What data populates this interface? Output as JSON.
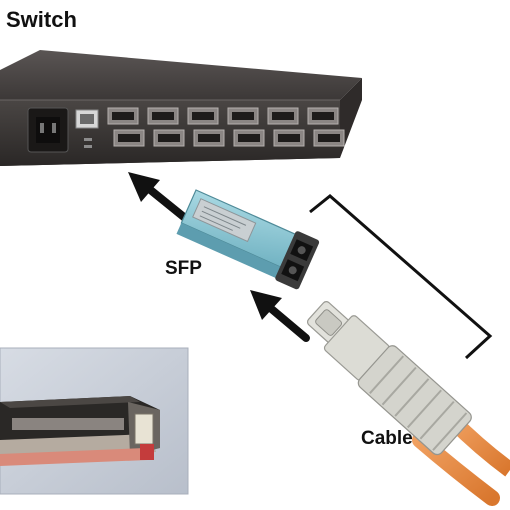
{
  "labels": {
    "switch": "Switch",
    "sfp": "SFP",
    "cable": "Cable"
  },
  "colors": {
    "background": "#ffffff",
    "switch_body": "#3a3636",
    "switch_top": "#4a4544",
    "sfp_body": "#8ec7d4",
    "sfp_metal": "#c9cfd2",
    "connector": "#d8d8d2",
    "cable": "#e88b3c",
    "arrow": "#111111",
    "photo_background": "#c9cfd9"
  },
  "icons": {
    "switch": "network-switch-icon",
    "sfp": "sfp-transceiver-icon",
    "cable": "lc-fiber-cable-icon"
  }
}
